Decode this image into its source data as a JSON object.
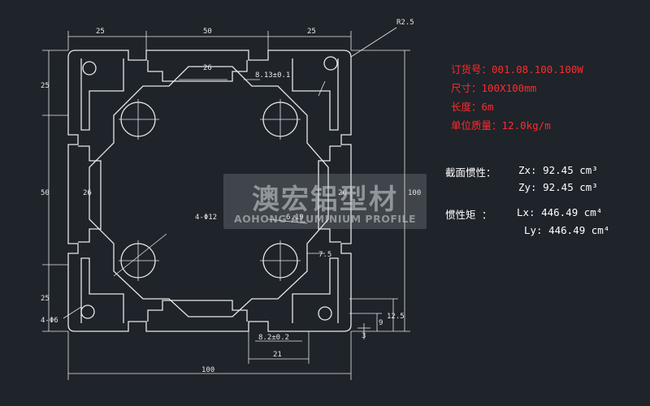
{
  "drawing": {
    "dims_top": [
      "25",
      "50",
      "25"
    ],
    "dim_left_top": "25",
    "dim_left_mid": "50",
    "dim_left_bot": "25",
    "dim_right": "100",
    "dim_bottom": "100",
    "radius_label": "R2.5",
    "inner_labels": {
      "top_width": "26",
      "left_width": "26",
      "right_width": "26",
      "slot_top": "8.13±0.1",
      "hole_label": "4-Φ12",
      "wall": "6.19",
      "rib": "7.5",
      "corner_hole": "4-Φ6",
      "slot_bottom": "8.2±0.2",
      "bottom_width": "21",
      "d1": "12.5",
      "d2": "9",
      "d3": "3"
    }
  },
  "spec": {
    "order_label": "订货号：",
    "order_value": "001.08.100.100W",
    "size_label": "尺寸：",
    "size_value": "100X100mm",
    "length_label": "长度：",
    "length_value": "6m",
    "weight_label": "单位质量：",
    "weight_value": "12.0kg/m",
    "section_label": "截面惯性：",
    "zx": "Zx: 92.45 cm³",
    "zy": "Zy: 92.45 cm³",
    "moment_label": "惯性矩 ：",
    "lx": "Lx: 446.49 cm⁴",
    "ly": "Ly: 446.49 cm⁴"
  },
  "watermark": {
    "cn": "澳宏铝型材",
    "en": "AOHONG ALUMINIUM PROFILE"
  },
  "colors": {
    "line": "#e8e8e8",
    "red_text": "#ff2b2b",
    "background": "#1f232a"
  }
}
